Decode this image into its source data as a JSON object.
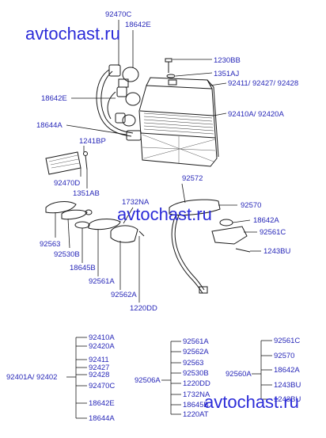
{
  "watermark": "avtochast.ru",
  "labels": {
    "p92470C": "92470C",
    "p18642E_top": "18642E",
    "p1230BB": "1230BB",
    "p1351AJ": "1351AJ",
    "p92411_92427_92428": "92411/ 92427/ 92428",
    "p18642E_left": "18642E",
    "p92410A_92420A": "92410A/ 92420A",
    "p18644A": "18644A",
    "p1241BP": "1241BP",
    "p92470D": "92470D",
    "p1351AB": "1351AB",
    "p92572": "92572",
    "p1732NA": "1732NA",
    "p92570": "92570",
    "p18642A": "18642A",
    "p92563": "92563",
    "p92561C": "92561C",
    "p92530B": "92530B",
    "p1243BU": "1243BU",
    "p18645B": "18645B",
    "p92561A": "92561A",
    "p92562A": "92562A",
    "p1220DD": "1220DD"
  },
  "tree1": {
    "root": "92401A/ 92402",
    "items": [
      "92410A",
      "92420A",
      "92411",
      "92427",
      "92428",
      "92470C",
      "18642E",
      "18644A"
    ]
  },
  "tree2": {
    "root": "92506A",
    "items": [
      "92561A",
      "92562A",
      "92563",
      "92530B",
      "1220DD",
      "1732NA",
      "18645B",
      "1220AT"
    ]
  },
  "tree3": {
    "root": "92560A",
    "items": [
      "92561C",
      "92570",
      "18642A",
      "1243BU",
      "1243BU"
    ]
  }
}
